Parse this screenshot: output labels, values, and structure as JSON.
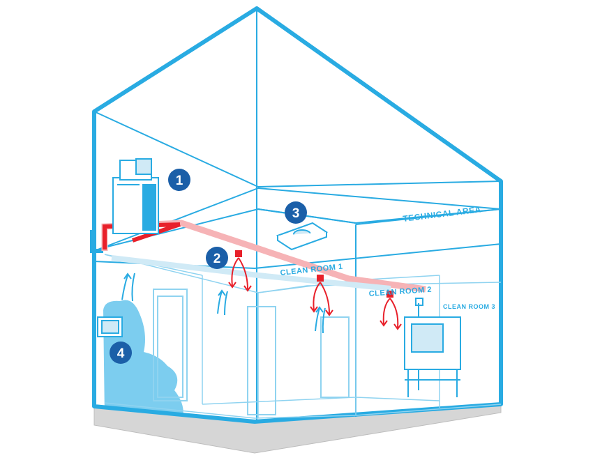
{
  "colors": {
    "frame": "#29abe2",
    "frame_light": "#8fd3f0",
    "duct_red": "#e8202a",
    "duct_pink": "#f6b3b6",
    "badge": "#1b5fa8",
    "floor": "#d6d6d6",
    "air_blue": "#5bc0eb"
  },
  "areas": {
    "technical": "TECHNICAL AREA",
    "clean_room_1": "CLEAN ROOM 1",
    "clean_room_2": "CLEAN ROOM 2",
    "clean_room_3": "CLEAN ROOM 3"
  },
  "badges": {
    "air_handling_unit": "1",
    "diffusers": "2",
    "ceiling_unit": "3",
    "controller": "4"
  },
  "icons": {
    "air_handling_unit": "air-handling-unit-icon",
    "ceiling_unit": "ceiling-cassette-icon",
    "controller": "wall-controller-icon",
    "fume_hood": "fume-hood-icon"
  }
}
